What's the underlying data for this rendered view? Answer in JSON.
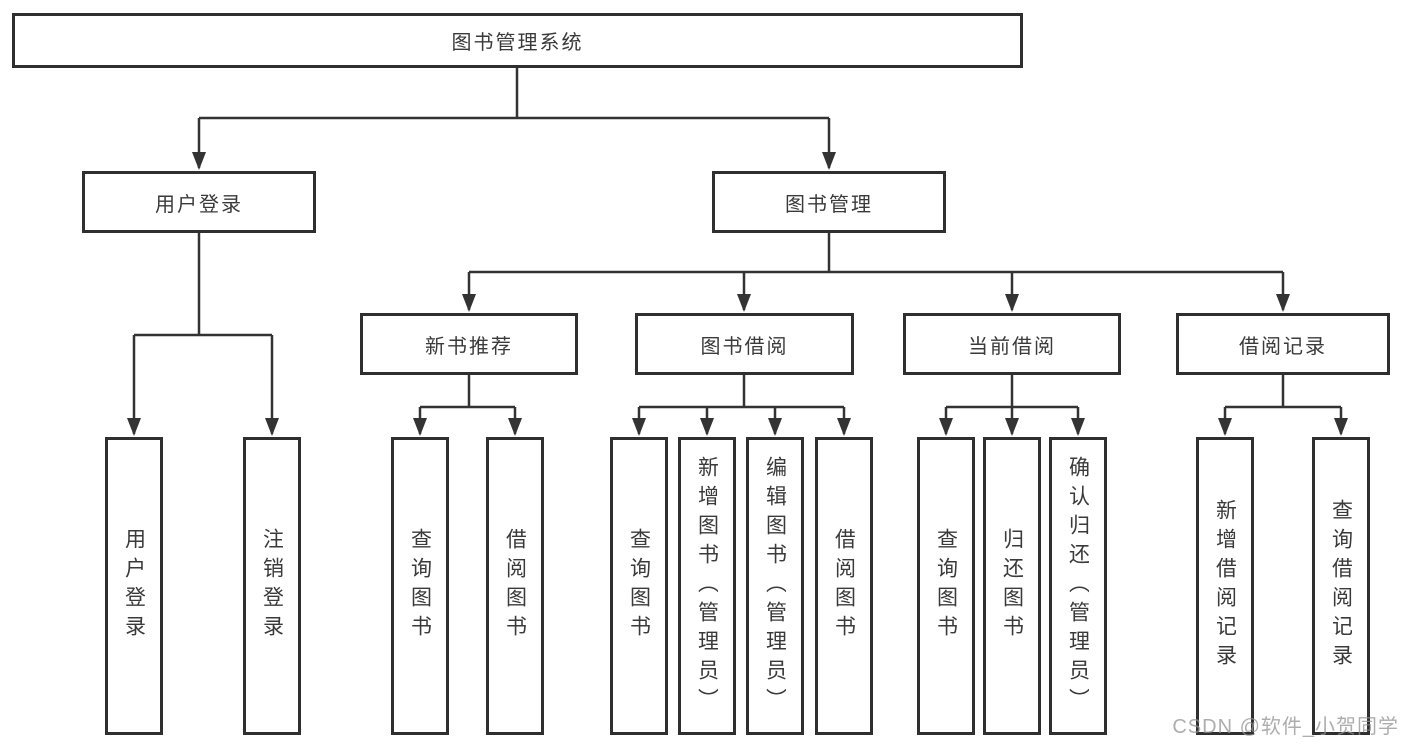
{
  "diagram": {
    "root": {
      "label": "图书管理系统"
    },
    "level2": {
      "user_login": {
        "label": "用户登录"
      },
      "book_mgmt": {
        "label": "图书管理"
      }
    },
    "level3": {
      "new_book_rec": {
        "label": "新书推荐"
      },
      "book_borrow": {
        "label": "图书借阅"
      },
      "current_borrow": {
        "label": "当前借阅"
      },
      "borrow_records": {
        "label": "借阅记录"
      }
    },
    "leaves": {
      "user_login": {
        "label": "用户登录"
      },
      "logout": {
        "label": "注销登录"
      },
      "query_book_rec": {
        "label": "查询图书"
      },
      "borrow_book_rec": {
        "label": "借阅图书"
      },
      "query_book_borrow": {
        "label": "查询图书"
      },
      "add_book_admin": {
        "label": "新增图书（管理员）"
      },
      "edit_book_admin": {
        "label": "编辑图书（管理员）"
      },
      "borrow_book_borrow": {
        "label": "借阅图书"
      },
      "query_book_current": {
        "label": "查询图书"
      },
      "return_book": {
        "label": "归还图书"
      },
      "confirm_return_admin": {
        "label": "确认归还（管理员）"
      },
      "add_borrow_record": {
        "label": "新增借阅记录"
      },
      "query_borrow_record": {
        "label": "查询借阅记录"
      }
    }
  },
  "watermark": "CSDN @软件_小贺同学",
  "colors": {
    "line": "#333333",
    "border": "#2f2f2f",
    "text": "#3a3a3a",
    "watermark": "#919191",
    "background": "#ffffff"
  }
}
